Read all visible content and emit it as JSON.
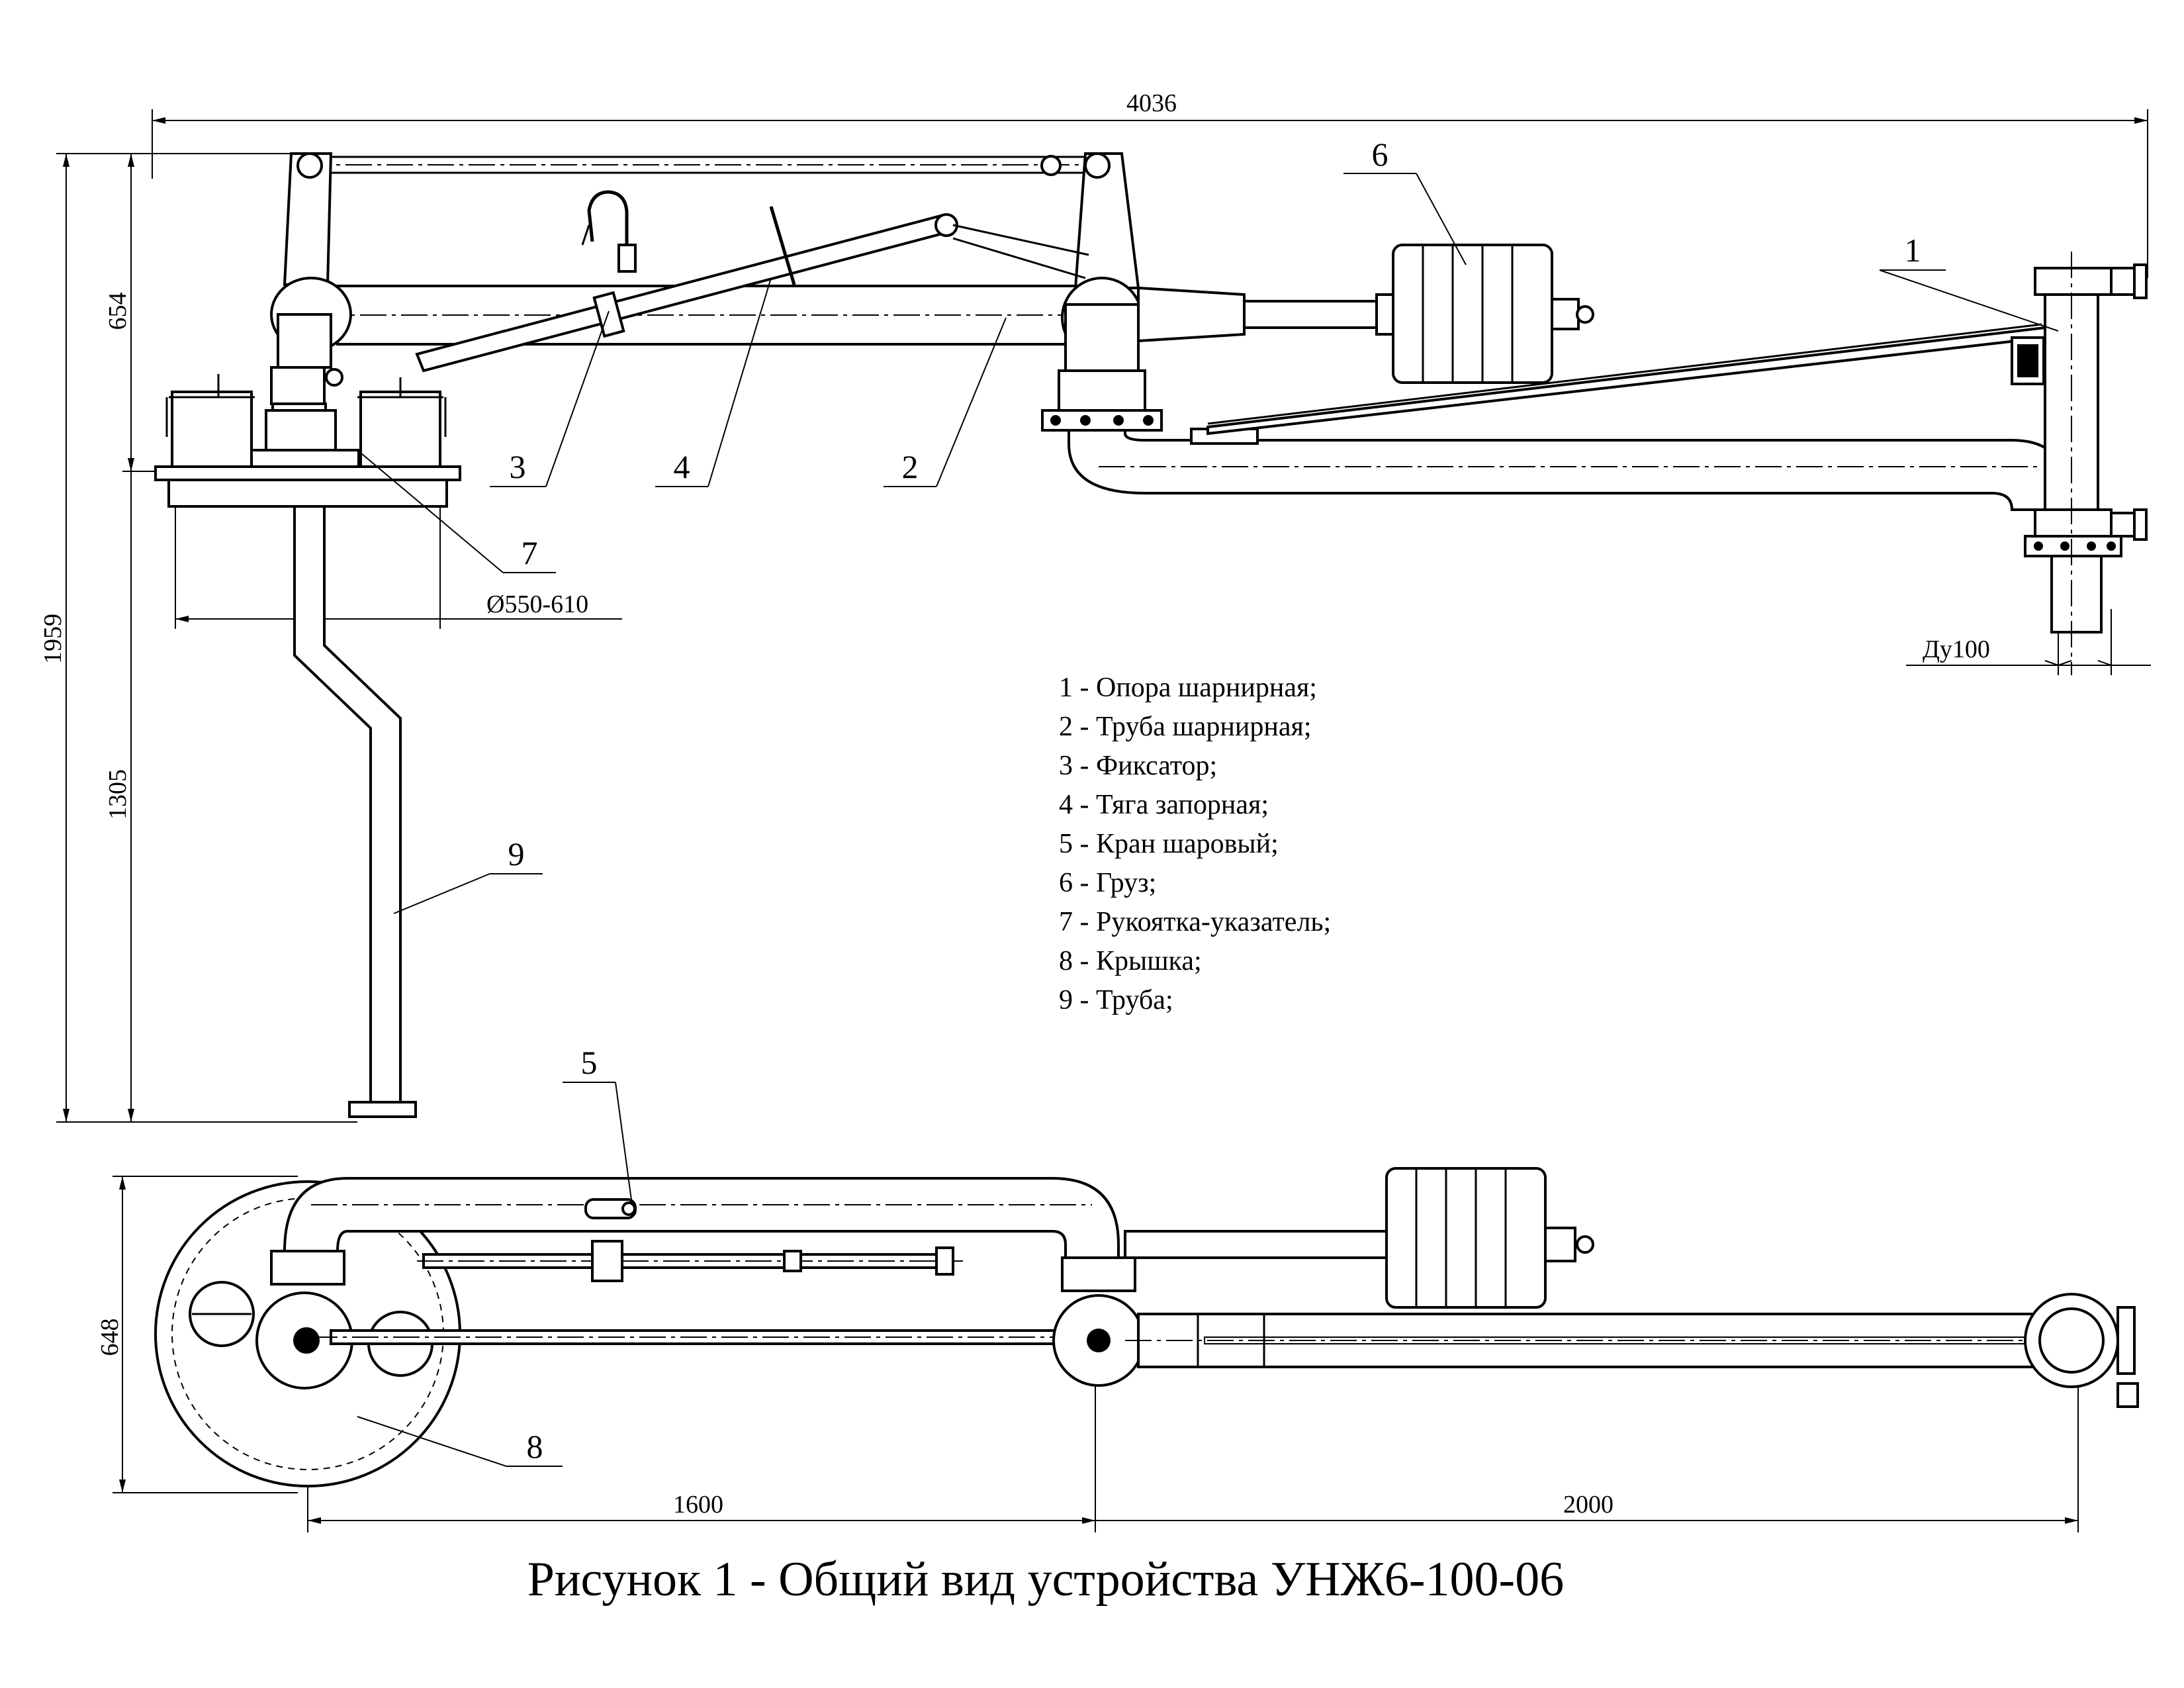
{
  "dimensions": {
    "overall_length": "4036",
    "height_upper": "654",
    "height_total": "1959",
    "height_lower": "1305",
    "base_diameter": "Ø550-610",
    "nominal_bore": "Ду100",
    "plan_width": "648",
    "plan_span_left": "1600",
    "plan_span_right": "2000"
  },
  "callouts": [
    "1",
    "2",
    "3",
    "4",
    "5",
    "6",
    "7",
    "8",
    "9"
  ],
  "legend": [
    "1 - Опора шарнирная;",
    "2 - Труба шарнирная;",
    "3 - Фиксатор;",
    "4 - Тяга запорная;",
    "5 - Кран шаровый;",
    "6 - Груз;",
    "7 - Рукоятка-указатель;",
    "8 - Крышка;",
    "9 - Труба;"
  ],
  "caption": "Рисунок 1 - Общий вид устройства УНЖ6-100-06"
}
